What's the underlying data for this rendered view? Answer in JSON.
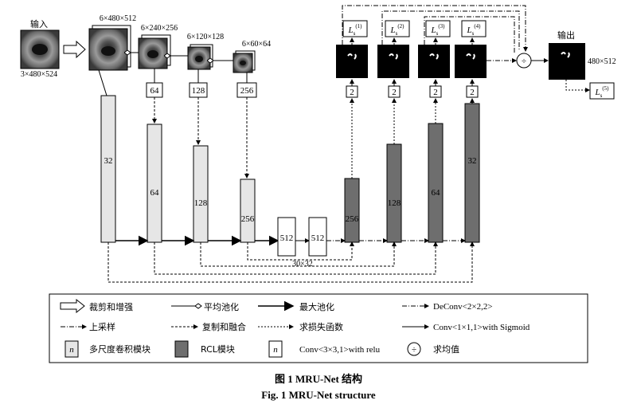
{
  "input": {
    "title": "输入",
    "dims": "3×480×524"
  },
  "output": {
    "title": "输出",
    "dims": "480×512"
  },
  "pool_dims": [
    "6×480×512",
    "6×240×256",
    "6×120×128",
    "6×60×64"
  ],
  "pool_channels": [
    "64",
    "128",
    "256"
  ],
  "encoder_blocks": [
    "32",
    "64",
    "128",
    "256"
  ],
  "bottleneck": [
    "512",
    "512"
  ],
  "bottleneck_dims": "30×32",
  "decoder_blocks": [
    "256",
    "128",
    "64",
    "32"
  ],
  "sigmoid_channels": [
    "2",
    "2",
    "2",
    "2"
  ],
  "loss_labels": [
    {
      "base": "L",
      "sub": "s",
      "sup": "(1)"
    },
    {
      "base": "L",
      "sub": "s",
      "sup": "(2)"
    },
    {
      "base": "L",
      "sub": "s",
      "sup": "(3)"
    },
    {
      "base": "L",
      "sub": "s",
      "sup": "(4)"
    }
  ],
  "final_loss": {
    "base": "L",
    "sub": "s",
    "sup": "(5)"
  },
  "avg_symbol": "÷",
  "legend": {
    "crop": "裁剪和增强",
    "avgpool": "平均池化",
    "maxpool": "最大池化",
    "deconv": "DeConv<2×2,2>",
    "upsample": "上采样",
    "copy": "复制和融合",
    "loss": "求损失函数",
    "conv1": "Conv<1×1,1>with Sigmoid",
    "n": "n",
    "multiscale": "多尺度卷积模块",
    "rcl": "RCL模块",
    "conv3": "Conv<3×3,1>with relu",
    "mean": "求均值"
  },
  "caption": {
    "cn": "图 1   MRU-Net 结构",
    "en": "Fig. 1   MRU-Net structure"
  }
}
